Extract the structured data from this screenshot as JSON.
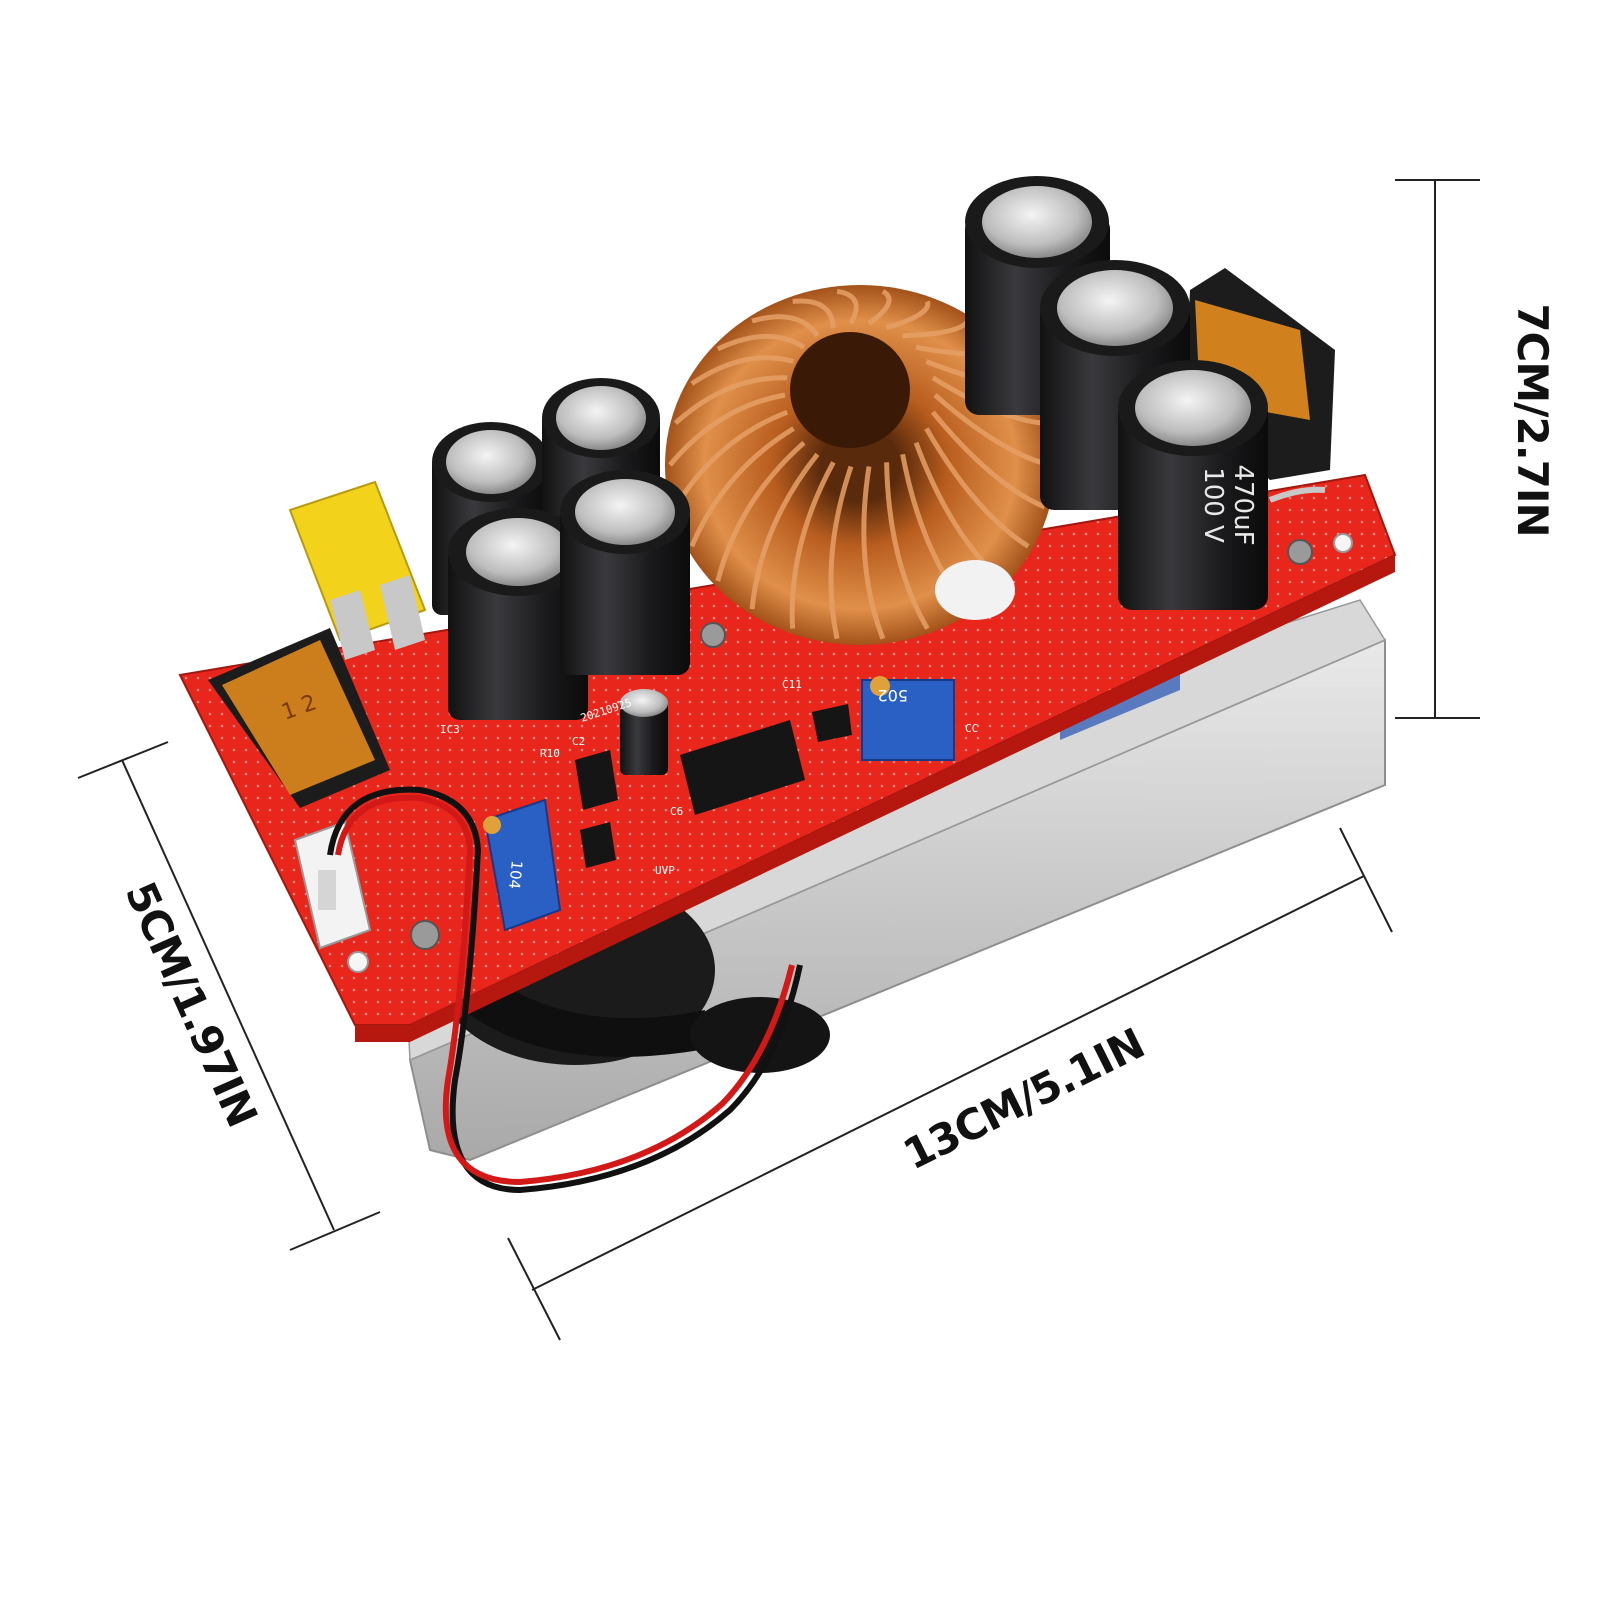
{
  "image": {
    "subject": "DC-DC boost converter module with heatsink and fan",
    "background": "#ffffff"
  },
  "dimensions": {
    "height_label": "7CM/2.7IN",
    "width_label": "5CM/1.97IN",
    "length_label": "13CM/5.1IN"
  },
  "board": {
    "date_code": "20210925",
    "capacitor_marking": "470uF",
    "capacitor_voltage": "100 V",
    "trimmer_1": "502",
    "trimmer_2": "104",
    "silk_labels": [
      "IC3",
      "C11",
      "R10",
      "C2",
      "C6",
      "UVP",
      "CC"
    ]
  },
  "colors": {
    "pcb": "#e8261c",
    "heatsink": "#c9c9c9",
    "copper": "#c8702a",
    "capacitor": "#1f1f22",
    "fuse_orange": "#e08a1e",
    "fuse_yellow": "#f2d21a",
    "trimmer": "#2a5fc4"
  },
  "icons": [
    "dimension-line-icon"
  ]
}
